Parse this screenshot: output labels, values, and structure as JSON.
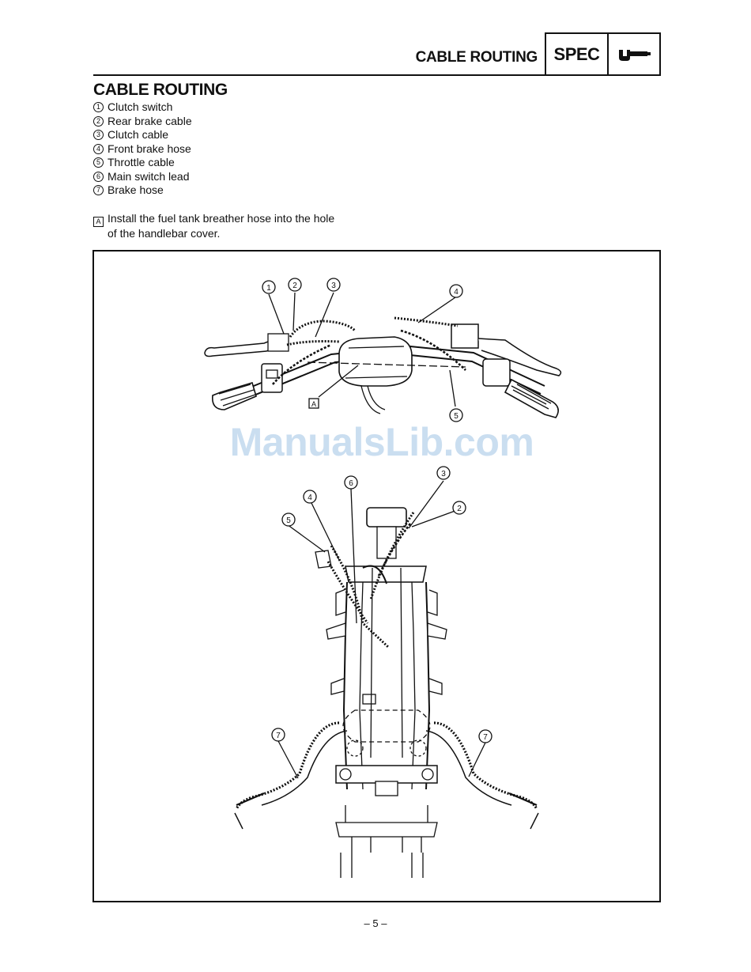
{
  "header": {
    "title": "CABLE ROUTING",
    "badge_label": "SPEC",
    "badge_icon": "wrench-icon"
  },
  "section": {
    "title": "CABLE ROUTING",
    "legend": [
      {
        "num": "1",
        "label": "Clutch switch"
      },
      {
        "num": "2",
        "label": "Rear brake cable"
      },
      {
        "num": "3",
        "label": "Clutch cable"
      },
      {
        "num": "4",
        "label": "Front brake hose"
      },
      {
        "num": "5",
        "label": "Throttle cable"
      },
      {
        "num": "6",
        "label": "Main switch lead"
      },
      {
        "num": "7",
        "label": "Brake hose"
      }
    ],
    "note": {
      "mark": "A",
      "line1": "Install the fuel tank breather hose into the hole",
      "line2": "of the handlebar cover."
    }
  },
  "figure": {
    "callouts": {
      "c1": "1",
      "c2": "2",
      "c3": "3",
      "c4": "4",
      "c5": "5",
      "cA": "A",
      "f6": "6",
      "f3": "3",
      "f4": "4",
      "f2": "2",
      "f5": "5",
      "f7l": "7",
      "f7r": "7"
    }
  },
  "watermark": "ManualsLib.com",
  "footer": {
    "page": "– 5 –"
  }
}
